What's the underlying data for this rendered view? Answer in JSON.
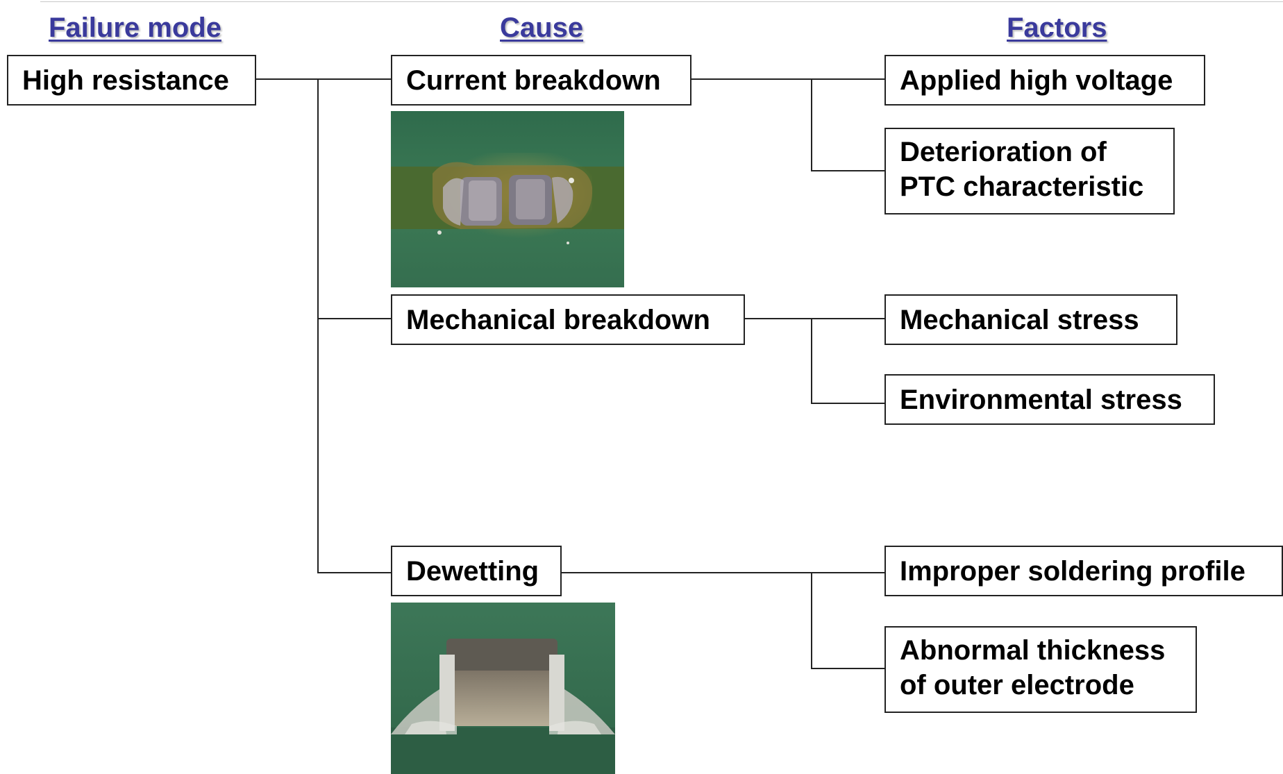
{
  "headers": {
    "failure_mode": "Failure mode",
    "cause": "Cause",
    "factors": "Factors"
  },
  "failure_mode": {
    "label": "High resistance"
  },
  "causes": [
    {
      "label": "Current breakdown",
      "factors": [
        "Applied high voltage",
        "Deterioration of\nPTC characteristic"
      ]
    },
    {
      "label": "Mechanical breakdown",
      "factors": [
        "Mechanical stress",
        "Environmental stress"
      ]
    },
    {
      "label": "Dewetting",
      "factors": [
        "Improper soldering profile",
        "Abnormal thickness\nof outer electrode"
      ]
    }
  ],
  "colors": {
    "header": "#3a3a9c",
    "box_border": "#222222",
    "line": "#222222"
  }
}
